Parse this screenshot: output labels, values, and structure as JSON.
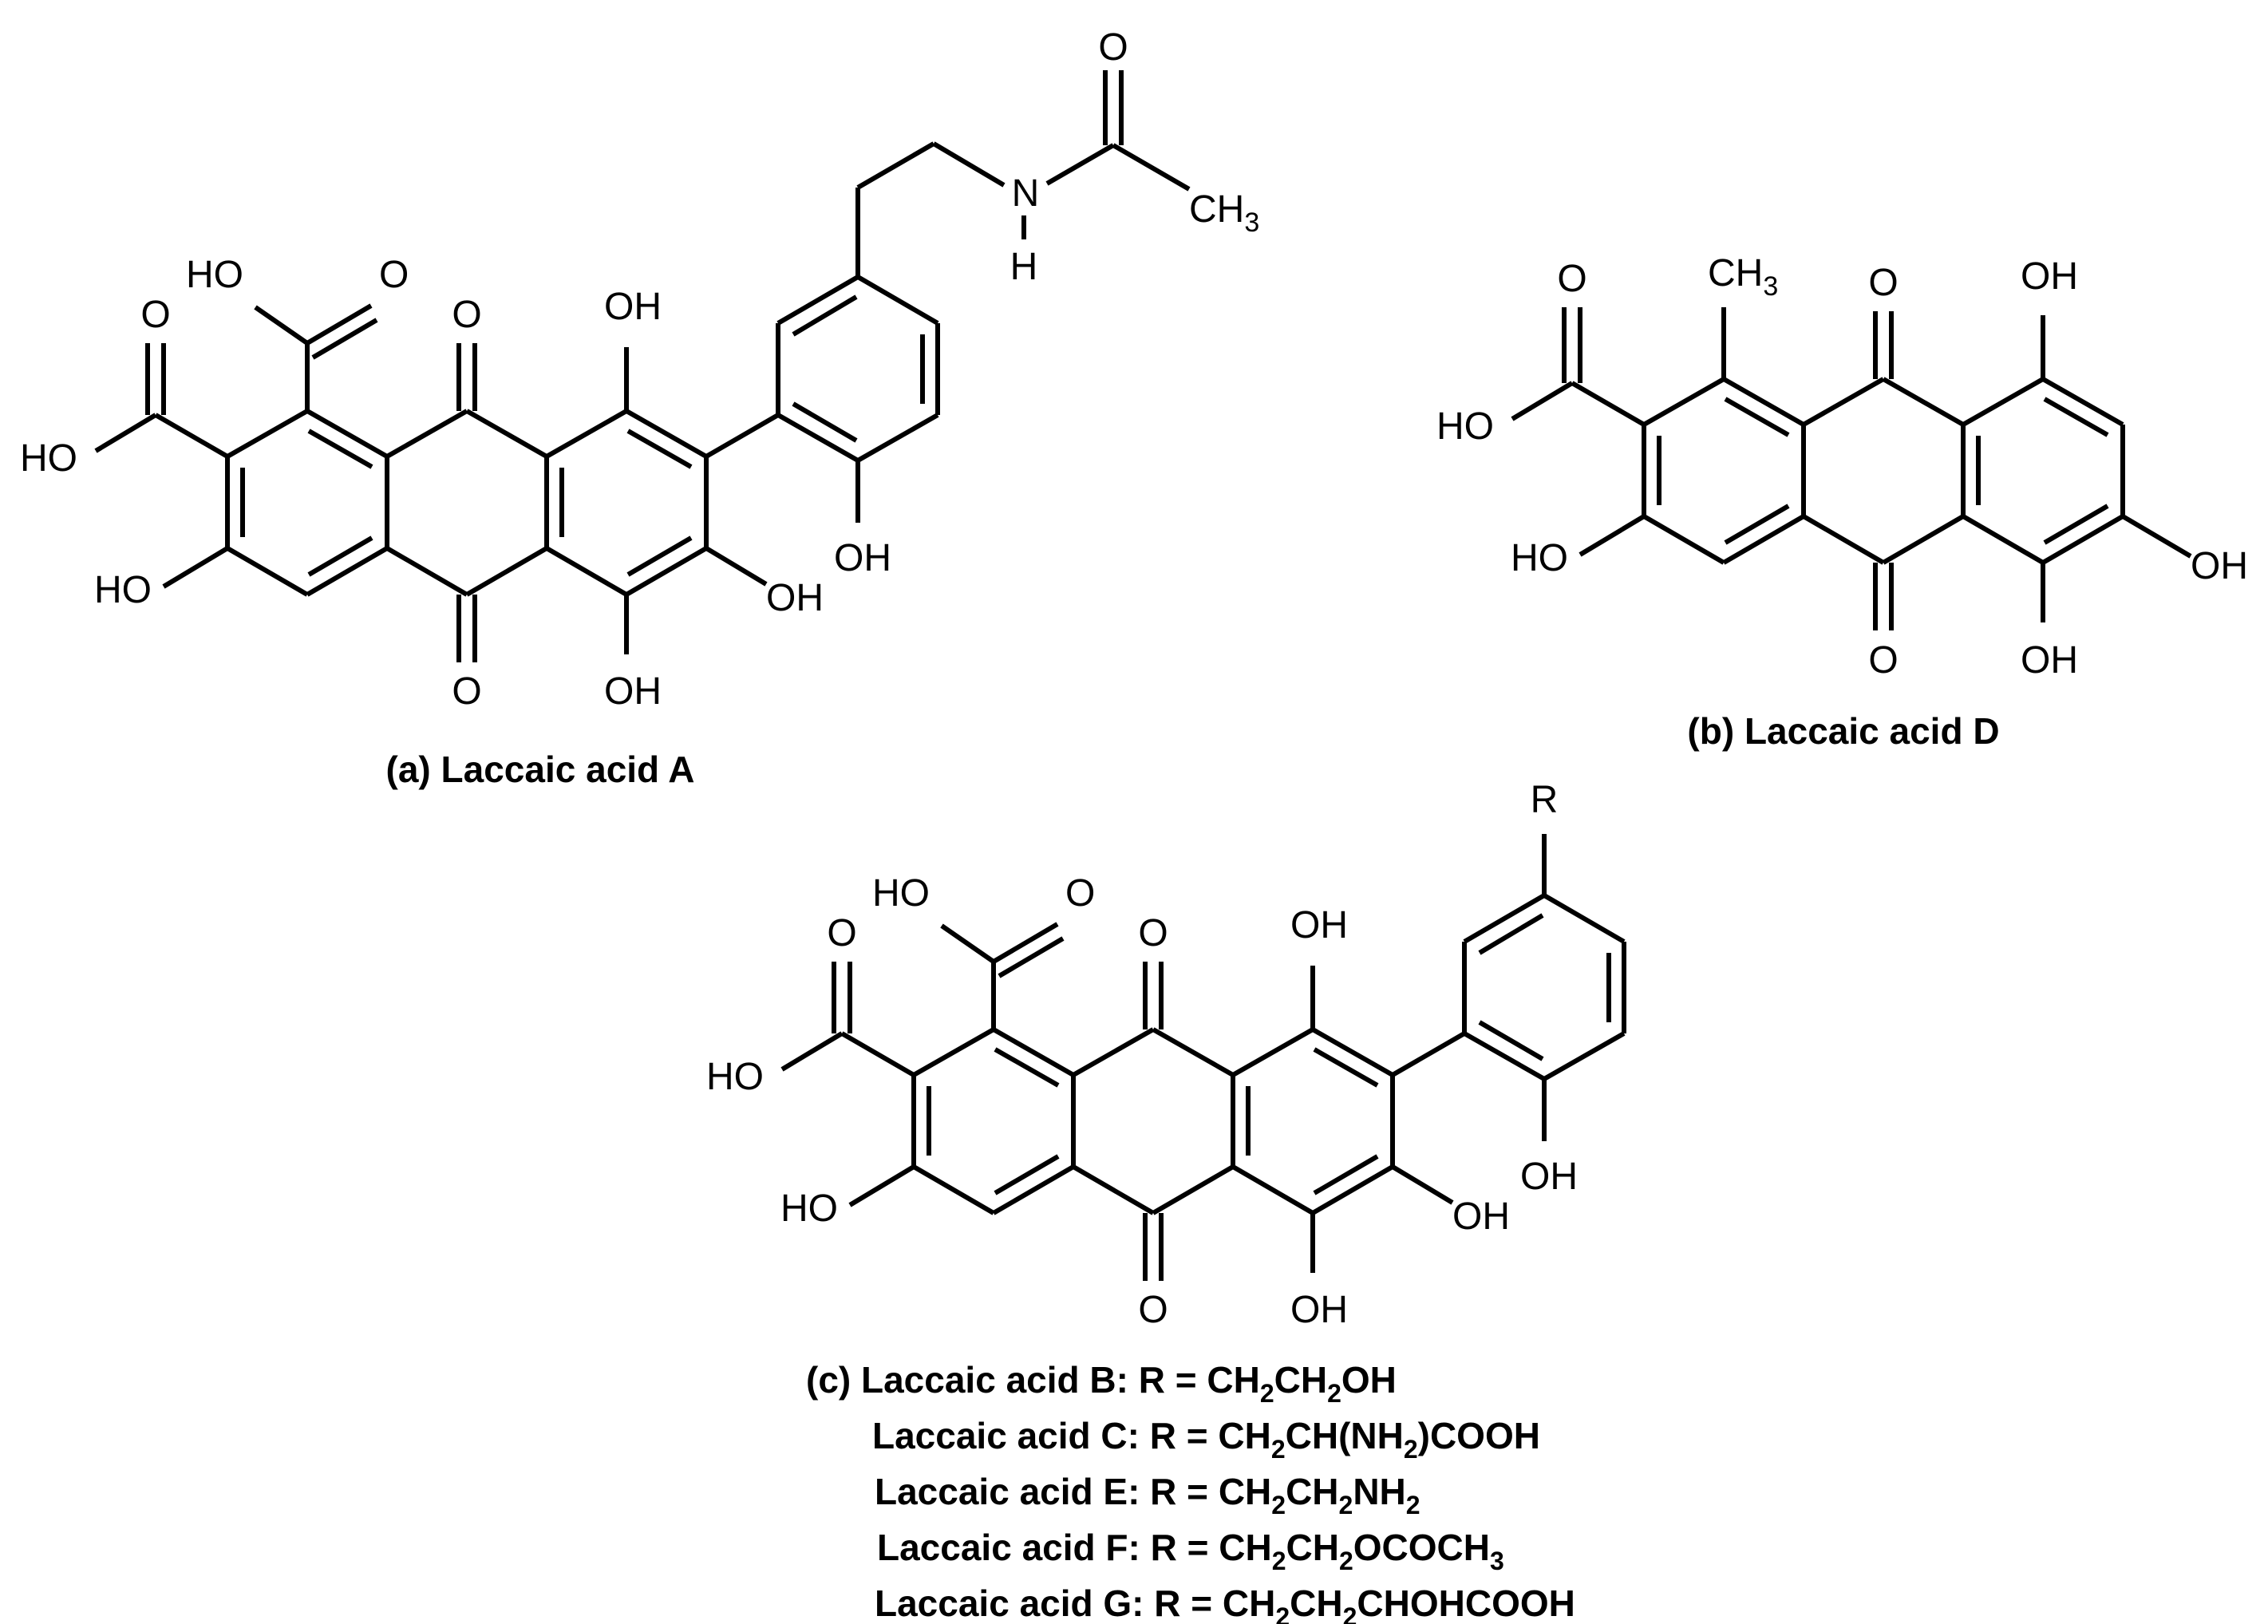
{
  "colors": {
    "ink": "#000000",
    "background": "#ffffff"
  },
  "panels": {
    "a": {
      "caption": "(a) Laccaic acid A",
      "labels": {
        "oh1": "HO",
        "o1": "O",
        "o2": "O",
        "ho2": "HO",
        "quinone_top": "O",
        "quinone_bottom": "O",
        "oh_top_right": "OH",
        "ho_left": "HO",
        "oh_right": "OH",
        "oh_bottom": "OH",
        "phenyl_oh": "OH",
        "n": "N",
        "h": "H",
        "carbonyl_o": "O",
        "ch3": "CH",
        "ch3_sub": "3"
      }
    },
    "b": {
      "caption": "(b) Laccaic acid D",
      "labels": {
        "acid_o": "O",
        "acid_ho": "HO",
        "ch3": "CH",
        "ch3_sub": "3",
        "quinone_top": "O",
        "quinone_bottom": "O",
        "oh_top_right": "OH",
        "ho_left": "HO",
        "oh_right": "OH",
        "oh_bottom": "OH"
      }
    },
    "c": {
      "r_label": "R",
      "labels": {
        "oh1": "HO",
        "o1": "O",
        "o2": "O",
        "ho2": "HO",
        "quinone_top": "O",
        "quinone_bottom": "O",
        "oh_top_right": "OH",
        "ho_left": "HO",
        "oh_right": "OH",
        "oh_bottom": "OH",
        "phenyl_oh": "OH"
      },
      "captions": [
        {
          "prefix": "(c) Laccaic acid B: R = ",
          "parts": [
            "CH",
            "2",
            "CH",
            "2",
            "OH"
          ]
        },
        {
          "prefix": "Laccaic acid C: R = ",
          "parts": [
            "CH",
            "2",
            "CH(NH",
            "2",
            ")COOH"
          ]
        },
        {
          "prefix": "Laccaic acid E: R = ",
          "parts": [
            "CH",
            "2",
            "CH",
            "2",
            "NH",
            "2"
          ]
        },
        {
          "prefix": "Laccaic acid F: R = ",
          "parts": [
            "CH",
            "2",
            "CH",
            "2",
            "OCOCH",
            "3"
          ]
        },
        {
          "prefix": "Laccaic acid G: R = ",
          "parts": [
            "CH",
            "2",
            "CH",
            "2",
            "CHOHCOOH"
          ]
        }
      ]
    }
  }
}
